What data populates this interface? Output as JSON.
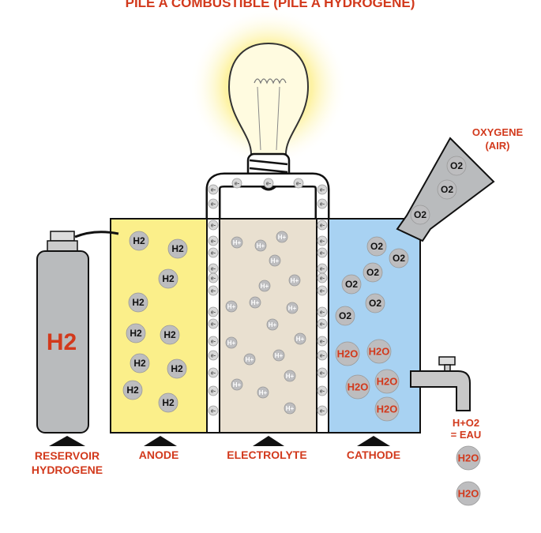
{
  "title": "PILE A COMBUSTIBLE (PILE A HYDROGENE)",
  "tank_label": "H2",
  "labels": {
    "reservoir_line1": "RESERVOIR",
    "reservoir_line2": "HYDROGENE",
    "anode": "ANODE",
    "electrolyte": "ELECTROLYTE",
    "cathode": "CATHODE",
    "oxygen_line1": "OXYGENE",
    "oxygen_line2": "(AIR)",
    "water_line1": "H+O2",
    "water_line2": "= EAU"
  },
  "molecules": {
    "hydrogen": "H2",
    "oxygen": "O2",
    "water": "H2O",
    "proton": "H+",
    "electron": "e-"
  },
  "colors": {
    "accent_red": "#d2391c",
    "anode": "#fbef8a",
    "electrolyte": "#e9e0d0",
    "cathode": "#a8d2f2",
    "tank": "#b9bbbd",
    "molecule": "#bdbdbf"
  }
}
